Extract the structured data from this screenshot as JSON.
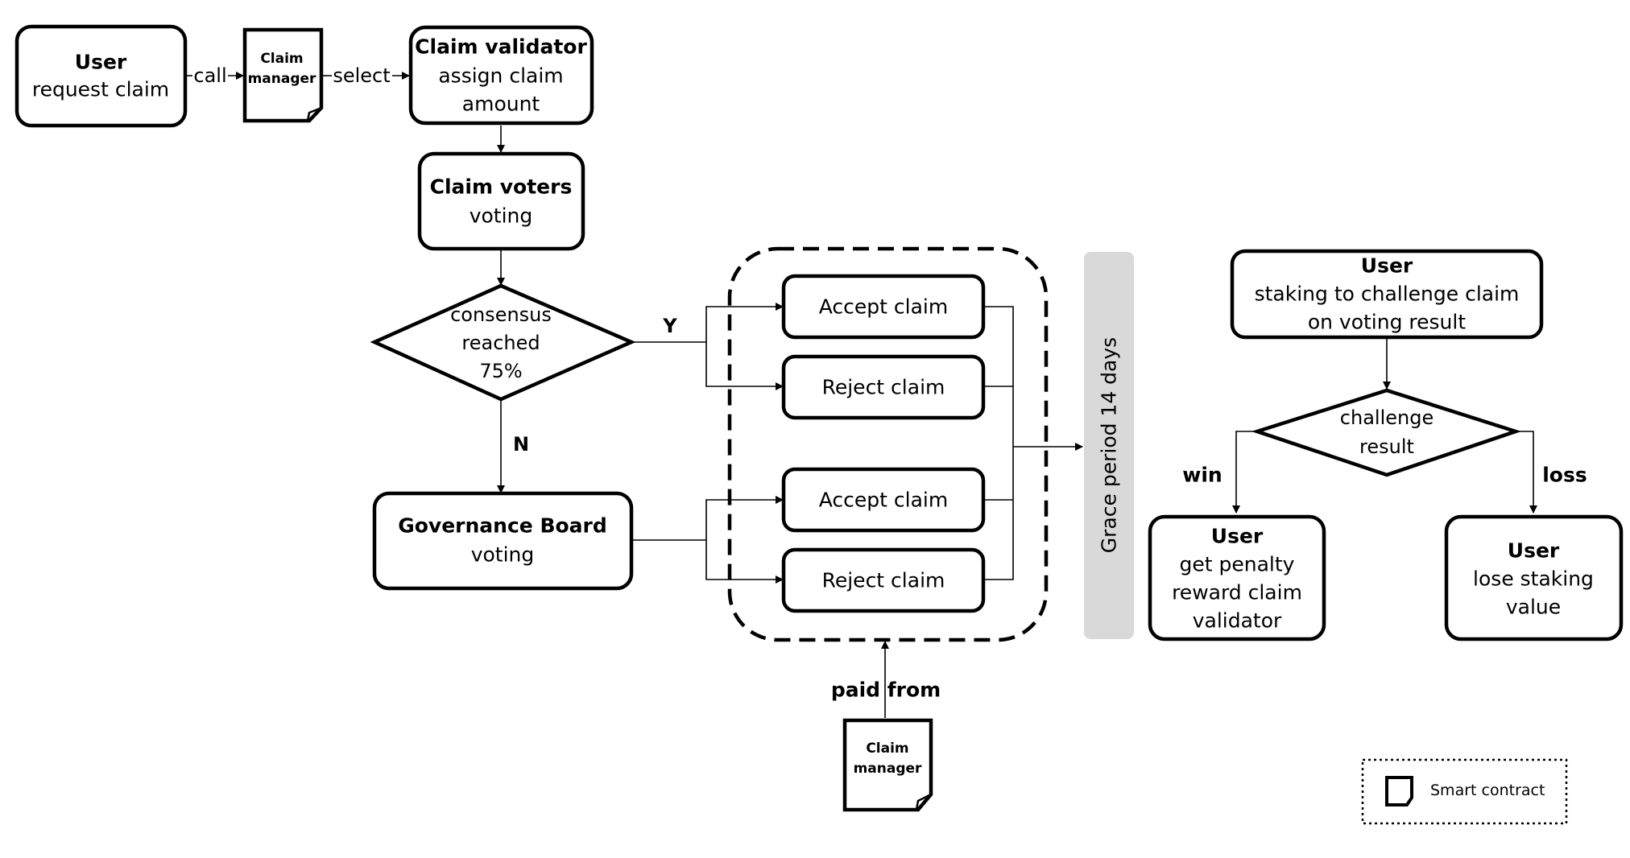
{
  "nodes": {
    "user_request": {
      "title": "User",
      "lines": [
        "request claim"
      ]
    },
    "claim_manager_top": {
      "lines": [
        "Claim",
        "manager"
      ]
    },
    "claim_validator": {
      "title": "Claim validator",
      "lines": [
        "assign claim",
        "amount"
      ]
    },
    "claim_voters": {
      "title": "Claim voters",
      "lines": [
        "voting"
      ]
    },
    "consensus": {
      "lines": [
        "consensus",
        "reached",
        "75%"
      ]
    },
    "governance": {
      "title": "Governance Board",
      "lines": [
        "voting"
      ]
    },
    "accept_1": {
      "lines": [
        "Accept claim"
      ]
    },
    "reject_1": {
      "lines": [
        "Reject claim"
      ]
    },
    "accept_2": {
      "lines": [
        "Accept claim"
      ]
    },
    "reject_2": {
      "lines": [
        "Reject claim"
      ]
    },
    "grace": {
      "lines": [
        "Grace period 14 days"
      ]
    },
    "claim_manager_bottom": {
      "lines": [
        "Claim",
        "manager"
      ]
    },
    "user_challenge": {
      "title": "User",
      "lines": [
        "staking to challenge claim",
        "on voting result"
      ]
    },
    "challenge": {
      "lines": [
        "challenge",
        "result"
      ]
    },
    "user_win": {
      "title": "User",
      "lines": [
        "get penalty",
        "reward claim",
        "validator"
      ]
    },
    "user_loss": {
      "title": "User",
      "lines": [
        "lose staking",
        "value"
      ]
    }
  },
  "edge_labels": {
    "call": "call",
    "select": "select",
    "yes": "Y",
    "no": "N",
    "win": "win",
    "loss": "loss",
    "paid_from": "paid from"
  },
  "legend": {
    "label": "Smart contract"
  }
}
